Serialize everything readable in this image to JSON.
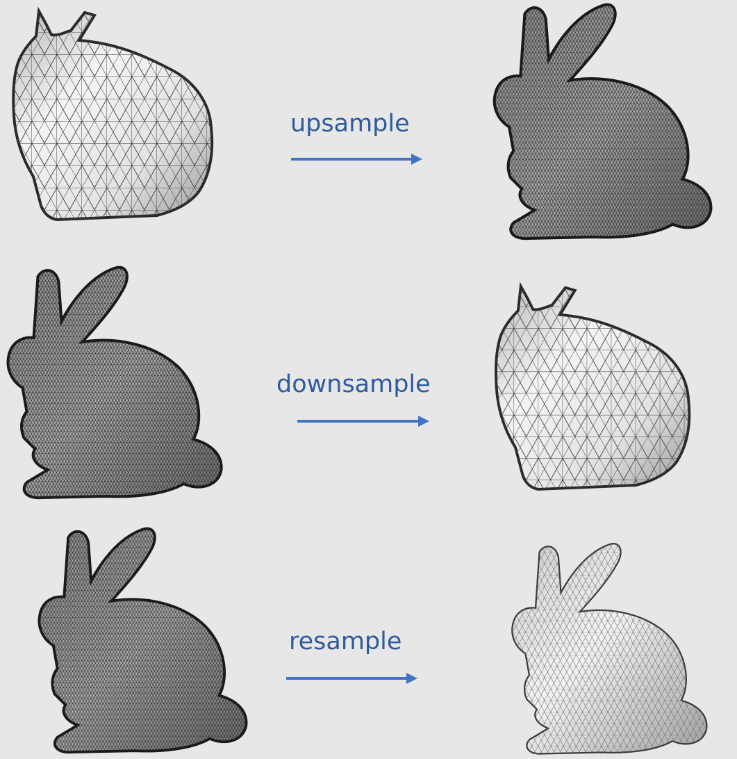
{
  "rows": [
    {
      "label": "upsample"
    },
    {
      "label": "downsample"
    },
    {
      "label": "resample"
    }
  ],
  "colors": {
    "background": "#e7e7e7",
    "arrow": "#4472c4",
    "label": "#2f5b9c",
    "mesh_line": "#2a2a2a"
  }
}
